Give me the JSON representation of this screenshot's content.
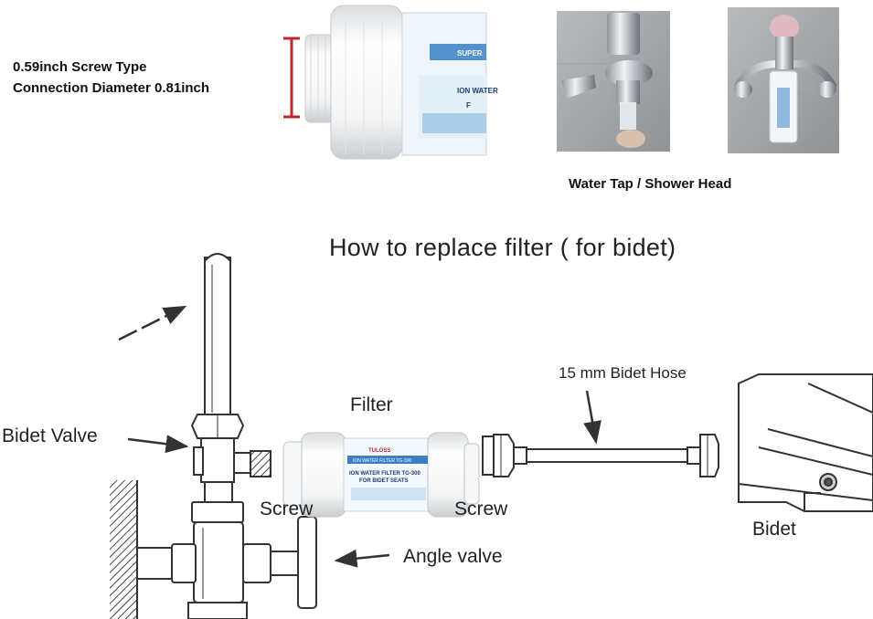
{
  "spec": {
    "line1": "0.59inch Screw Type",
    "line2": "Connection Diameter 0.81inch"
  },
  "photos": {
    "caption": "Water Tap / Shower Head"
  },
  "diagram": {
    "title": "How to replace filter ( for bidet)",
    "labels": {
      "bidet_valve": "Bidet Valve",
      "filter": "Filter",
      "screw_left": "Screw",
      "screw_right": "Screw",
      "hose": "15 mm Bidet Hose",
      "angle_valve": "Angle valve",
      "bidet": "Bidet"
    },
    "filter_label": {
      "brand": "TULOSS",
      "band": "ION WATER FILTER TG-300",
      "line1": "ION WATER FILTER TG-300",
      "line2": "FOR BIDET SEATS"
    },
    "closeup_label": {
      "band": "SUPER",
      "line1": "ION WATER",
      "line2": "F"
    }
  },
  "colors": {
    "accent_blue": "#3a7fc4",
    "dimension_marker": "#c0272d",
    "line_art": "#333333"
  }
}
